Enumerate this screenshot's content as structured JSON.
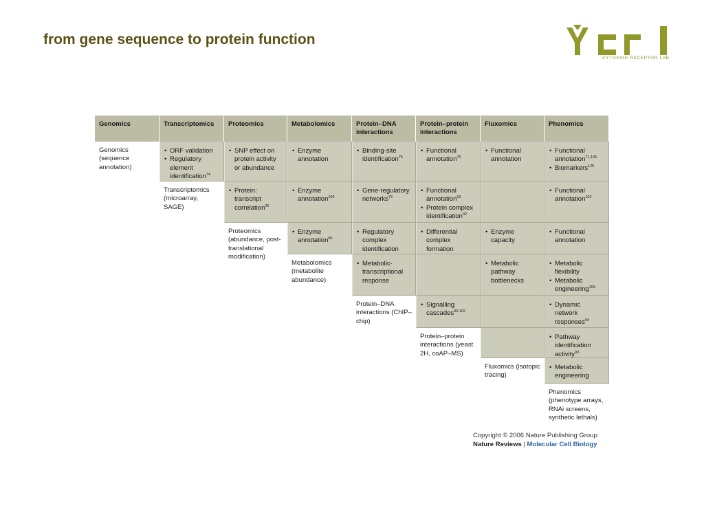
{
  "slide": {
    "title": "from gene sequence to protein function"
  },
  "logo": {
    "letters": "ycrl",
    "subtitle": "CYTOKINE RECEPTOR LAB",
    "color": "#8f9a2a"
  },
  "table": {
    "headers": [
      "Genomics",
      "Transcriptomics",
      "Proteomics",
      "Metabolomics",
      "Protein–DNA interactions",
      "Protein–protein interactions",
      "Fluxomics",
      "Phenomics"
    ],
    "diagonal": [
      "Genomics (sequence annotation)",
      "Transcriptomics (microarray, SAGE)",
      "Proteomics (abundance, post-translational modification)",
      "Metabolomics (metabolite abundance)",
      "Protein–DNA interactions (ChIP–chip)",
      "Protein–protein interactions (yeast 2H, coAP–MS)",
      "Fluxomics (isotopic tracing)",
      "Phenomics (phenotype arrays, RNAi screens, synthetic lethals)"
    ],
    "rows": [
      [
        [
          {
            "t": "ORF validation"
          },
          {
            "t": "Regulatory element identification",
            "r": "74"
          }
        ],
        [
          {
            "t": "SNP effect on protein activity or abundance"
          }
        ],
        [
          {
            "t": "Enzyme annotation"
          }
        ],
        [
          {
            "t": "Binding-site identification",
            "r": "75"
          }
        ],
        [
          {
            "t": "Functional annotation",
            "r": "75"
          }
        ],
        [
          {
            "t": "Functional annotation"
          }
        ],
        [
          {
            "t": "Functional annotation",
            "r": "71,105"
          },
          {
            "t": "Biomarkers",
            "r": "125"
          }
        ]
      ],
      [
        [
          {
            "t": "Protein: transcript correlation",
            "r": "20"
          }
        ],
        [
          {
            "t": "Enzyme annotation",
            "r": "106"
          }
        ],
        [
          {
            "t": "Gene-regulatory networks",
            "r": "76"
          }
        ],
        [
          {
            "t": "Functional annotation",
            "r": "93"
          },
          {
            "t": "Protein complex identification",
            "r": "92"
          }
        ],
        [],
        [
          {
            "t": "Functional annotation",
            "r": "102"
          }
        ]
      ],
      [
        [
          {
            "t": "Enzyme annotation",
            "r": "90"
          }
        ],
        [
          {
            "t": "Regulatory complex identification"
          }
        ],
        [
          {
            "t": "Differential complex formation"
          }
        ],
        [
          {
            "t": "Enzyme capacity"
          }
        ],
        [
          {
            "t": "Functional annotation"
          }
        ]
      ],
      [
        [
          {
            "t": "Metabolic-transcriptional response"
          }
        ],
        [],
        [
          {
            "t": "Metabolic pathway bottlenecks"
          }
        ],
        [
          {
            "t": "Metabolic flexibility"
          },
          {
            "t": "Metabolic engineering",
            "r": "109"
          }
        ]
      ],
      [
        [
          {
            "t": "Signalling cascades",
            "r": "95,102"
          }
        ],
        [],
        [
          {
            "t": "Dynamic network responses",
            "r": "94"
          }
        ]
      ],
      [
        [],
        [
          {
            "t": "Pathway identification activity",
            "r": "93"
          }
        ]
      ],
      [
        [
          {
            "t": "Metabolic engineering"
          }
        ]
      ]
    ]
  },
  "credit": {
    "copyright": "Copyright © 2006 Nature Publishing Group",
    "journal": "Nature Reviews",
    "separator": "|",
    "subjournal": "Molecular Cell Biology"
  }
}
